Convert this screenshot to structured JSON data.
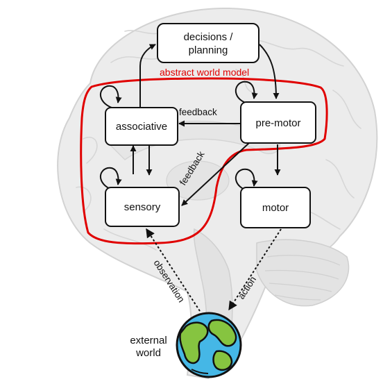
{
  "nodes": {
    "decisions": {
      "line1": "decisions /",
      "line2": "planning"
    },
    "associative": {
      "label": "associative"
    },
    "premotor": {
      "label": "pre-motor"
    },
    "sensory": {
      "label": "sensory"
    },
    "motor": {
      "label": "motor"
    }
  },
  "region": {
    "label": "abstract world model",
    "color": "#e00000"
  },
  "edges": {
    "feedback_top": "feedback",
    "feedback_diag": "feedback",
    "observation": "observation",
    "action": "action"
  },
  "external": {
    "line1": "external",
    "line2": "world"
  },
  "colors": {
    "brain_fill": "#ececec",
    "brain_stroke": "#d2d2d2",
    "box_fill": "#ffffff",
    "box_stroke": "#111111",
    "ocean": "#45b7e6",
    "land": "#86c440"
  },
  "icons": {
    "background": "brain-illustration-icon",
    "globe": "earth-globe-icon"
  }
}
